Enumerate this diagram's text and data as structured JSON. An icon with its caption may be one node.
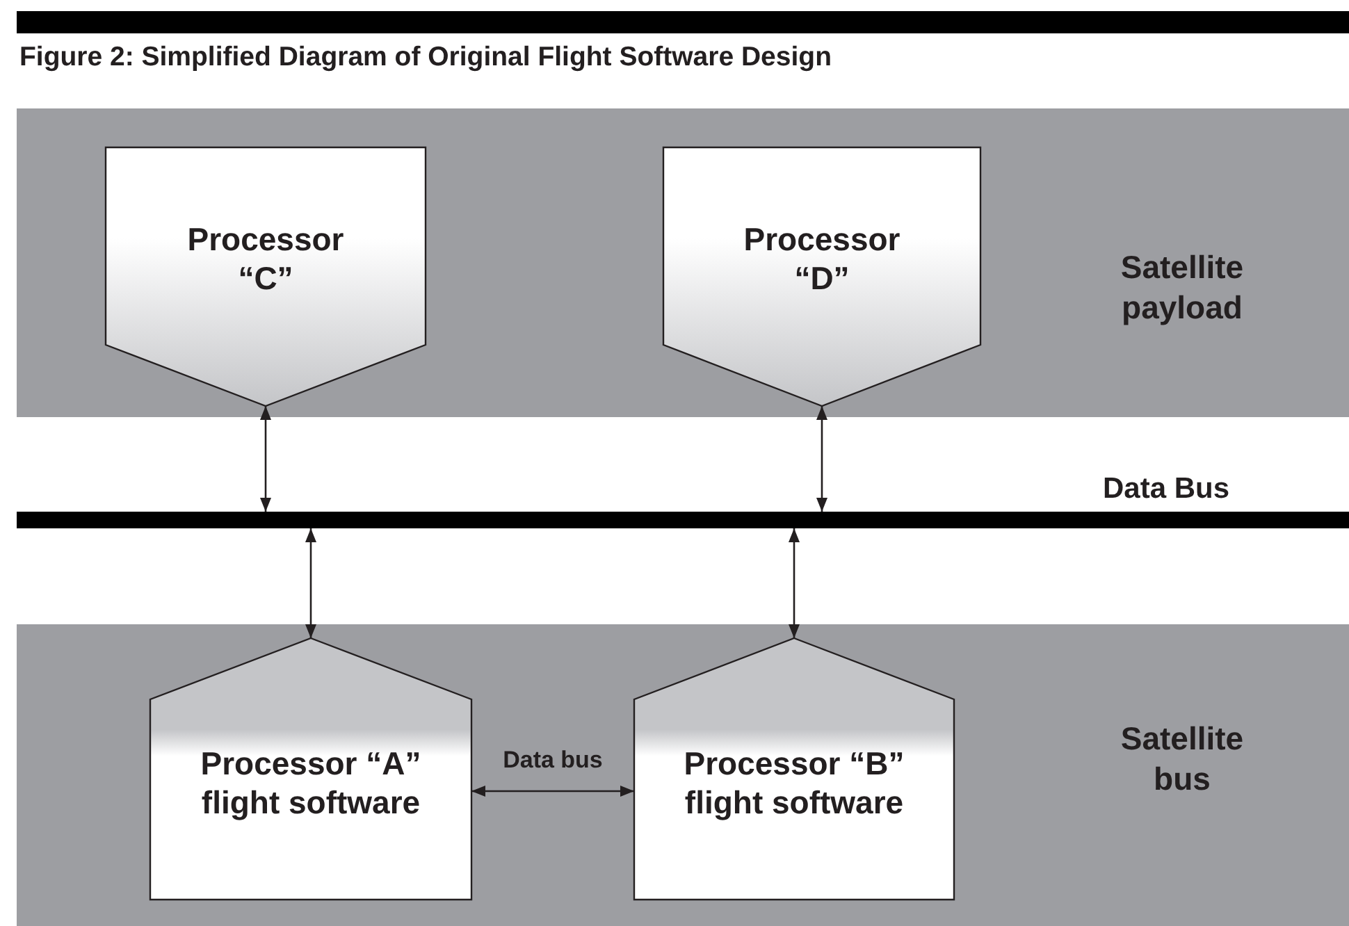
{
  "diagram": {
    "title": "Figure 2: Simplified Diagram of Original Flight Software Design",
    "nodes": [
      {
        "text": [
          "Satellite payload"
        ]
      },
      {
        "text": [
          "Processor “C”"
        ],
        "in": 0
      },
      {
        "text": [
          "Processor “D”"
        ],
        "in": 0
      },
      {
        "text": [],
        "shape": "bar",
        "beside": [
          "Data Bus"
        ]
      },
      {
        "text": [
          "Satellite bus"
        ]
      },
      {
        "text": [
          "Processor “A” flight software"
        ],
        "in": 4
      },
      {
        "text": [
          "Processor “B” flight software"
        ],
        "in": 4
      }
    ],
    "edges": [
      {
        "from": 1,
        "to": 3,
        "arrow": "both"
      },
      {
        "from": 2,
        "to": 3,
        "arrow": "both"
      },
      {
        "from": 3,
        "to": 5,
        "arrow": "both"
      },
      {
        "from": 3,
        "to": 6,
        "arrow": "both"
      },
      {
        "from": 5,
        "to": 6,
        "arrow": "both",
        "label": "Data bus"
      }
    ]
  }
}
